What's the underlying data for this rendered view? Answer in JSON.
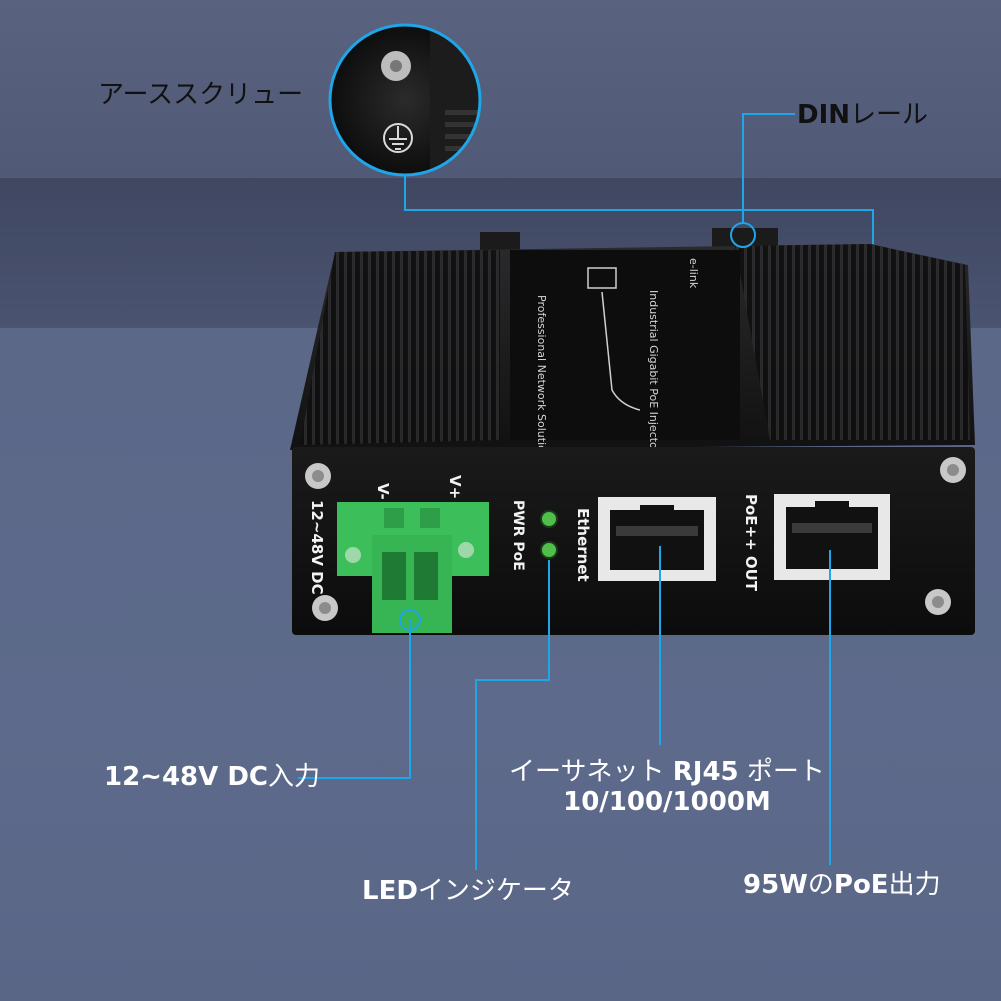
{
  "labels": {
    "earth_screw": "アーススクリュー",
    "din_rail_bold": "DIN",
    "din_rail_rest": "レール",
    "dc_input_bold": "12~48V DC",
    "dc_input_rest": "入力",
    "led_bold": "LED",
    "led_rest": "インジケータ",
    "ethernet_port_line1_pre": "イーサネット ",
    "ethernet_port_line1_bold": "RJ45",
    "ethernet_port_line1_post": " ポート",
    "ethernet_port_line2": "10/100/1000M",
    "poe_out_bold1": "95W",
    "poe_out_mid": "の",
    "poe_out_bold2": "PoE",
    "poe_out_rest": "出力"
  },
  "device": {
    "top_text_line1": "Industrial Gigabit PoE Injector",
    "top_text_line2": "Professional Network Solution",
    "brand": "e-link",
    "front_voltage": "12~48V DC",
    "terminal_minus": "V-",
    "terminal_plus": "V+",
    "led_labels": "PWR PoE",
    "port1_label": "Ethernet",
    "port2_label": "PoE++ OUT"
  },
  "colors": {
    "callout_line": "#1ea6e8",
    "terminal_green": "#3cbf5a",
    "led_green": "#4fbf4a"
  }
}
